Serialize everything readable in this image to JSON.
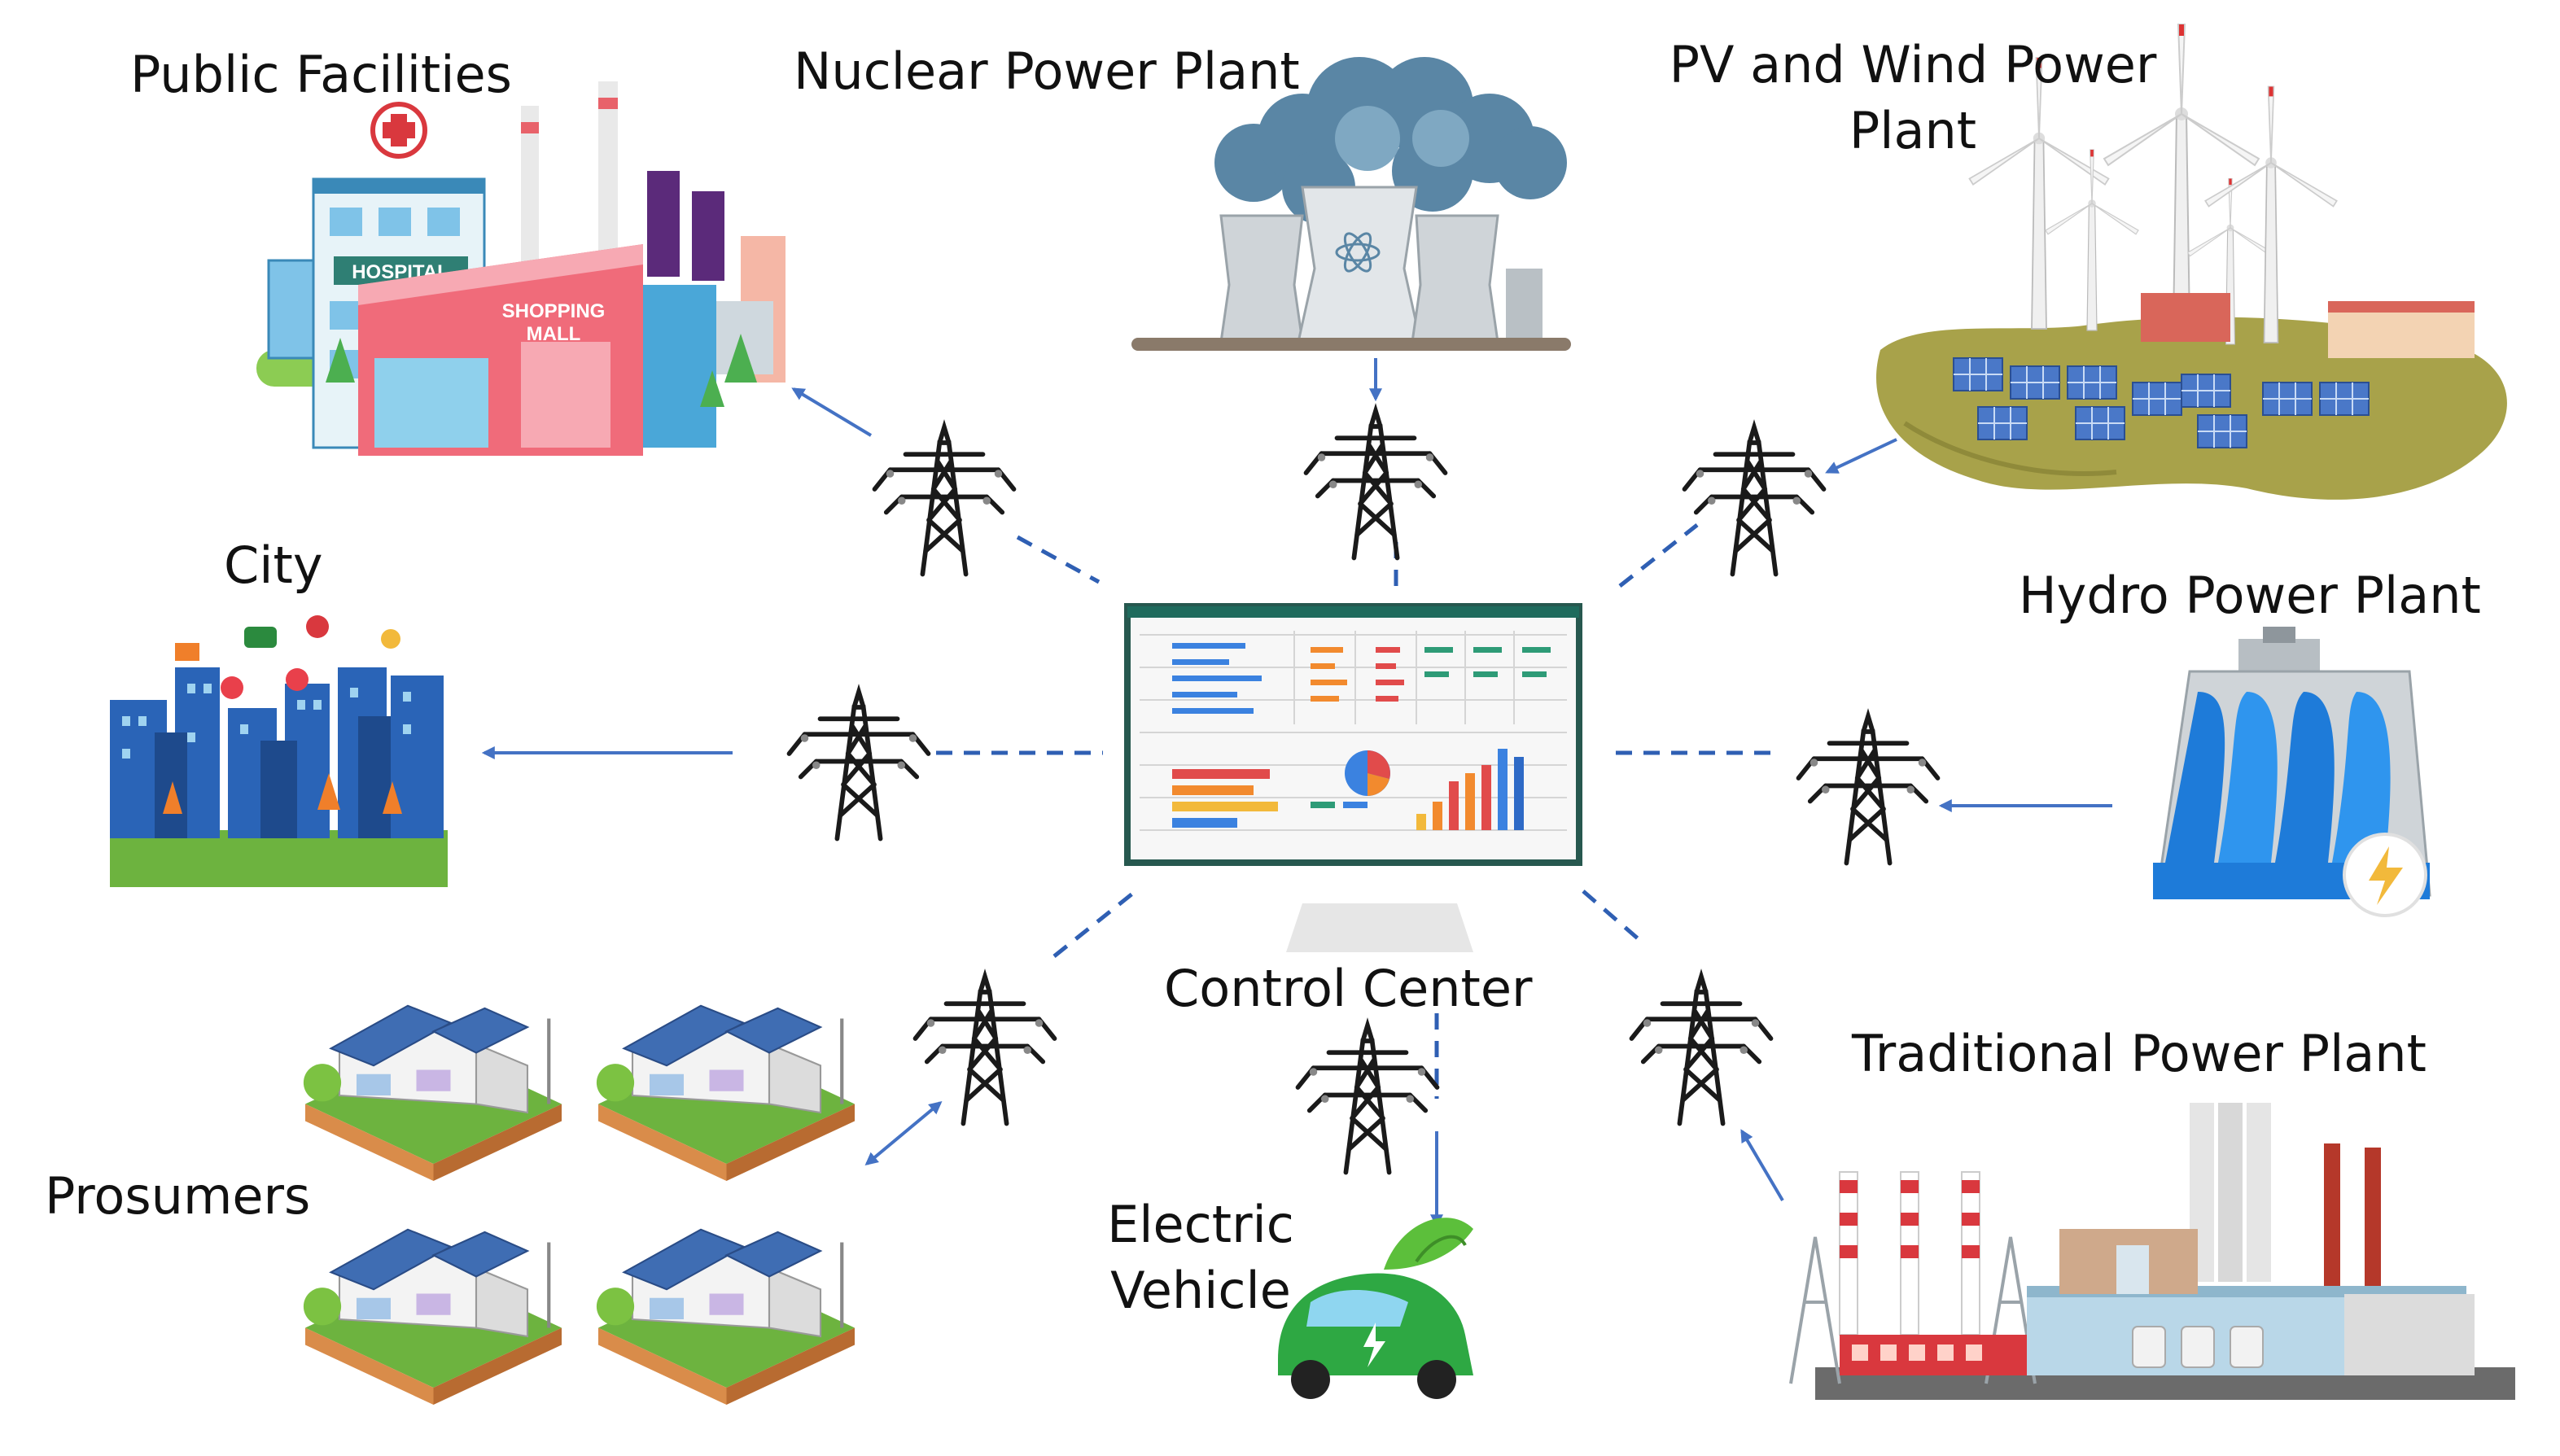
{
  "nodes": {
    "public_facilities": "Public Facilities",
    "nuclear": "Nuclear Power Plant",
    "pv_wind_line1": "PV and Wind Power",
    "pv_wind_line2": "Plant",
    "city": "City",
    "hydro": "Hydro Power Plant",
    "control_center": "Control Center",
    "traditional": "Traditional Power Plant",
    "prosumers": "Prosumers",
    "ev_line1": "Electric",
    "ev_line2": "Vehicle"
  },
  "icons": {
    "hospital_sign": "HOSPITAL",
    "mall_sign_line1": "SHOPPING",
    "mall_sign_line2": "MALL"
  },
  "colors": {
    "arrow": "#4472c4",
    "dashed_link": "#2f5fb3",
    "tower": "#1a1a1a",
    "solar_panel": "#4a78c8",
    "grass": "#6db33f"
  }
}
